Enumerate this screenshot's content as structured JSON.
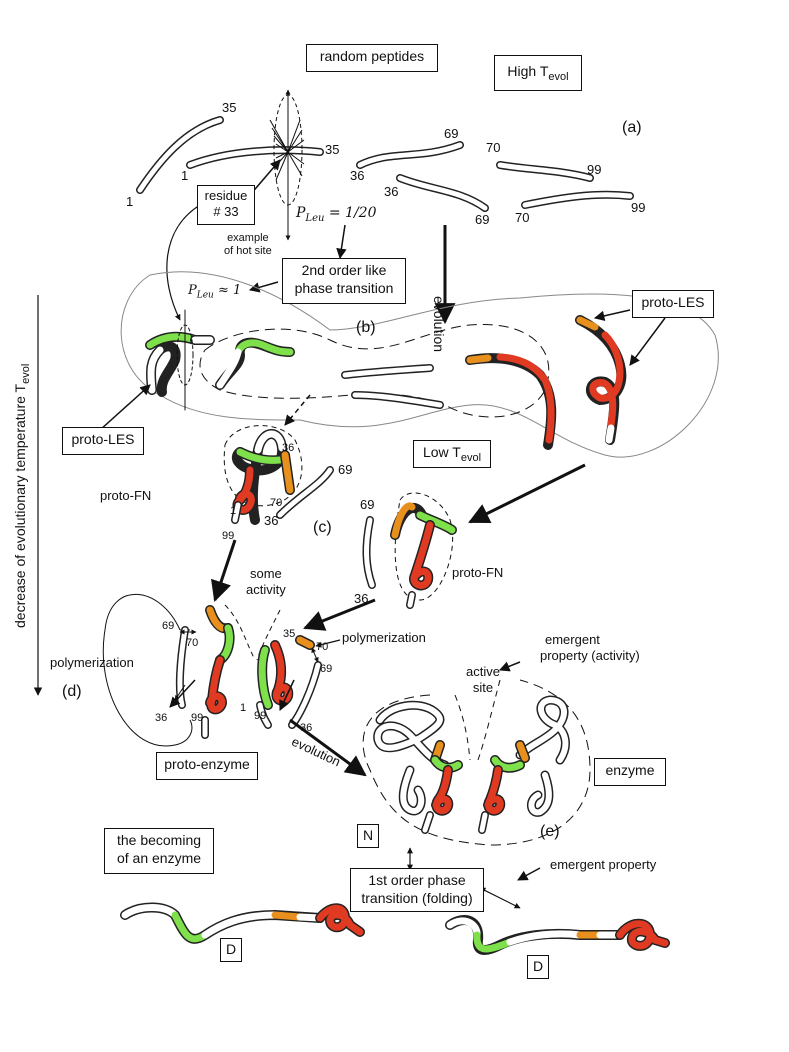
{
  "top": {
    "random_peptides": "random peptides",
    "high_t_main": "High T",
    "high_t_sub": "evol",
    "panel_a": "(a)"
  },
  "residues_a": {
    "n1a": "1",
    "n35a": "35",
    "n1b": "1",
    "n35b": "35",
    "n69a": "69",
    "n36a": "36",
    "n36b": "36",
    "n69b": "69",
    "n70a": "70",
    "n99a": "99",
    "n70b": "70",
    "n99b": "99"
  },
  "hot_site": {
    "residue_box_line1": "residue",
    "residue_box_line2": "# 33",
    "p_leu_20": "P",
    "p_leu_20_sub": "Leu",
    "p_leu_20_val": " = 1/20",
    "example_line1": "example",
    "example_line2": "of hot site"
  },
  "transition2": {
    "line1": "2nd order like",
    "line2": "phase transition",
    "p_leu_1": "P",
    "p_leu_1_sub": "Leu",
    "p_leu_1_val": " ≈ 1"
  },
  "evolution_vertical": "evolution",
  "axis_label_main": "decrease of evolutionary temperature T",
  "axis_label_sub": "evol",
  "panel_b": "(b)",
  "proto_les_right": "proto-LES",
  "proto_les_left": "proto-LES",
  "low_t_main": "Low T",
  "low_t_sub": "evol",
  "panel_c_section": {
    "proto_fn_left": "proto-FN",
    "proto_fn_right": "proto-FN",
    "panel_c": "(c)",
    "n36a": "36",
    "n70a": "70",
    "n1": "1",
    "n99": "99",
    "n69a": "69",
    "n36b": "36",
    "n69b": "69",
    "n36c": "36"
  },
  "panel_d_section": {
    "some_activity_line1": "some",
    "some_activity_line2": "activity",
    "polymerization_right": "polymerization",
    "polymerization_left": "polymerization",
    "panel_d": "(d)",
    "n69a": "69",
    "n70a": "70",
    "n35": "35",
    "n70b": "70",
    "n69b": "69",
    "n36a": "36",
    "n99a": "99",
    "n1": "1",
    "n99b": "99",
    "n36b": "36",
    "proto_enzyme": "proto-enzyme",
    "evolution": "evolution"
  },
  "panel_e_section": {
    "emergent_line1": "emergent",
    "emergent_line2": "property (activity)",
    "active_line1": "active",
    "active_line2": "site",
    "enzyme": "enzyme",
    "panel_e": "(e)",
    "n_box": "N"
  },
  "bottom": {
    "becoming_line1": "the becoming",
    "becoming_line2": "of an enzyme",
    "first_order_line1": "1st order phase",
    "first_order_line2": "transition (folding)",
    "emergent_property": "emergent property",
    "d_left": "D",
    "d_right": "D"
  },
  "colors": {
    "green": "#7ee04a",
    "orange": "#e8901e",
    "red": "#e03a22",
    "tube": "#ffffff",
    "outline": "#222222"
  }
}
